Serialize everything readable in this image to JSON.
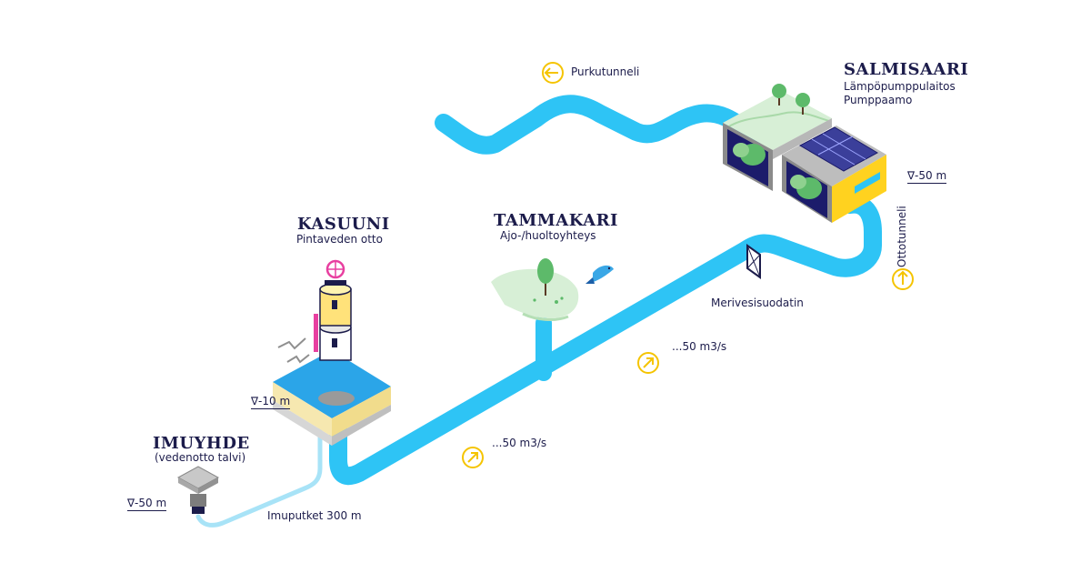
{
  "places": {
    "salmisaari": {
      "title": "SALMISAARI",
      "line1": "Lämpöpumppulaitos",
      "line2": "Pumppaamo"
    },
    "kasuuni": {
      "title": "KASUUNI",
      "subtitle": "Pintaveden otto"
    },
    "tammakari": {
      "title": "TAMMAKARI",
      "subtitle": "Ajo-/huoltoyhteys"
    },
    "imuyhde": {
      "title": "IMUYHDE",
      "subtitle": "(vedenotto talvi)"
    }
  },
  "labels": {
    "purkutunneli": "Purkutunneli",
    "ottotunneli": "Ottotunneli",
    "merivesisuodatin": "Merivesisuodatin",
    "imuputket": "Imuputket 300 m",
    "flow_upper": "...50 m3/s",
    "flow_lower": "...50 m3/s"
  },
  "depths": {
    "salmisaari": "∇-50 m",
    "kasuuni": "∇-10 m",
    "imuyhde": "∇-50 m"
  },
  "colors": {
    "tunnel": "#2ec4f5",
    "pipe": "#a8e3f7",
    "arrow": "#f5c400",
    "text": "#1c1c4b",
    "building_yellow": "#ffd21f",
    "green_light": "#d7efd6",
    "green": "#5dba6a"
  }
}
